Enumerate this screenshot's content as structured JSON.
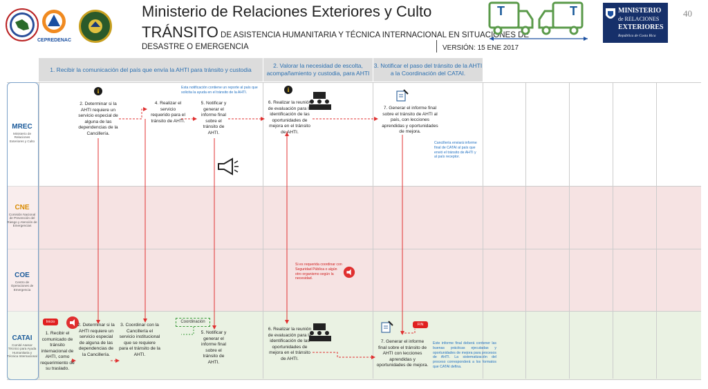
{
  "header": {
    "title_line1": "Ministerio de Relaciones Exteriores y Culto",
    "title_line2_big": "TRÁNSITO",
    "title_line2_small": " DE ASISTENCIA HUMANITARIA Y TÉCNICA INTERNACIONAL EN SITUACIONES DE",
    "title_line3": "DESASTRE O EMERGENCIA",
    "version": "VERSIÓN: 15 ENE 2017",
    "page_number": "40",
    "truck_letter_1": "T",
    "truck_letter_2": "T",
    "cepredenac_label": "CEPREDENAC",
    "mre_logo_line1": "MINISTERIO",
    "mre_logo_line2": "de RELACIONES",
    "mre_logo_line3": "EXTERIORES",
    "mre_logo_line4": "República de Costa Rica"
  },
  "columns": {
    "col1": "1. Recibir la comunicación del país que envía la AHTI para tránsito y custodia",
    "col2": "2. Valorar la necesidad de escolta, acompañamiento y custodia, para AHTI",
    "col3": "3. Notificar el paso del tránsito de la AHTI a la Coordinación del CATAI."
  },
  "lanes": {
    "mrec": {
      "name": "MREC",
      "desc": "Ministerio de Relaciones Exteriores y Culto"
    },
    "cne": {
      "name": "CNE",
      "desc": "Comisión Nacional de Prevención del Riesgo y Atención de Emergencias"
    },
    "coe": {
      "name": "COE",
      "desc": "Centro de Operaciones de Emergencia"
    },
    "catai": {
      "name": "CATAI",
      "desc": "Comité Asesor Técnico para Ayuda Humanitaria y Técnica Internacional"
    }
  },
  "steps": {
    "mrec_2": "2. Determinar si la AHTI requiere un servicio especial de alguna de las dependencias de la Cancillería.",
    "mrec_4": "4. Realizar el servicio requerido para el tránsito de AHTI.",
    "mrec_5": "5. Notificar y generar el informe final sobre el tránsito de AHTI.",
    "mrec_6": "6. Realizar la reunión de evaluación para la identificación de las oportunidades de mejora en el tránsito de AHTI.",
    "mrec_7": "7. Generar el informe final sobre el tránsito de AHTI al país, con lecciones aprendidas y oportunidades de mejora.",
    "catai_1": "1. Recibir el comunicado de tránsito internacional de AHTI, como requerimiento de su traslado.",
    "catai_2": "2. Determinar si la AHTI requiere un servicio especial de alguna de las dependencias de la Cancillería.",
    "catai_3": "3. Coordinar con la Cancillería el servicio institucional que se requiere para el tránsito de la AHTI.",
    "catai_5": "5. Notificar y generar el informe final sobre el tránsito de AHTI.",
    "catai_6": "6. Realizar la reunión de evaluación para la identificación de las oportunidades de mejora en el tránsito de AHTI.",
    "catai_7": "7. Generar el informe final sobre el tránsito de AHTI con lecciones aprendidas y oportunidades de mejora."
  },
  "notes": {
    "mrec_top": "Esta notificación contiene un reporte al país que solicita la ayuda en el tránsito de la AHTI.",
    "mrec_right": "Cancillería enviará informe final de CATAI al país que envió el tránsito de AHTI y al país receptor.",
    "coe_red": "Si es requerida coordinar con Seguridad Pública o algún otro organismo según la necesidad.",
    "catai_right": "Este informe final deberá contener las buenas prácticas ejecutadas y oportunidades de mejora para procesos de AHTI. La sistematización del proceso corresponderá a los formatos que CATAI defina."
  },
  "labels": {
    "inicio": "Inicio",
    "fin": "FIN",
    "coordinacion": "Coordinación",
    "info_glyph": "i"
  },
  "colors": {
    "lane_pink": "#f6e3e3",
    "lane_green": "#eaf2e3",
    "header_gray": "#dcdcdc",
    "arrow_red": "#e03030",
    "note_blue": "#1f6fc0",
    "truck_green": "#5a9a4a"
  }
}
